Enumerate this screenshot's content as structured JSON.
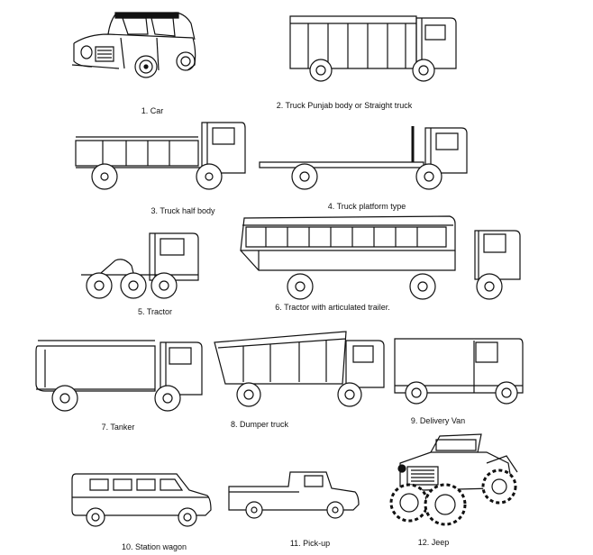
{
  "vehicles": [
    {
      "id": "car",
      "number": 1,
      "caption": "1. Car"
    },
    {
      "id": "straight-truck",
      "number": 2,
      "caption": "2. Truck Punjab body or Straight truck"
    },
    {
      "id": "half-body-truck",
      "number": 3,
      "caption": "3. Truck half body"
    },
    {
      "id": "platform-truck",
      "number": 4,
      "caption": "4. Truck platform type"
    },
    {
      "id": "tractor",
      "number": 5,
      "caption": "5. Tractor"
    },
    {
      "id": "articulated-trailer",
      "number": 6,
      "caption": "6. Tractor with articulated trailer."
    },
    {
      "id": "tanker",
      "number": 7,
      "caption": "7. Tanker"
    },
    {
      "id": "dumper-truck",
      "number": 8,
      "caption": "8. Dumper truck"
    },
    {
      "id": "delivery-van",
      "number": 9,
      "caption": "9. Delivery Van"
    },
    {
      "id": "station-wagon",
      "number": 10,
      "caption": "10. Station wagon"
    },
    {
      "id": "pick-up",
      "number": 11,
      "caption": "11. Pick-up"
    },
    {
      "id": "jeep",
      "number": 12,
      "caption": "12. Jeep"
    }
  ],
  "colors": {
    "ink": "#111111",
    "paper": "#ffffff"
  }
}
